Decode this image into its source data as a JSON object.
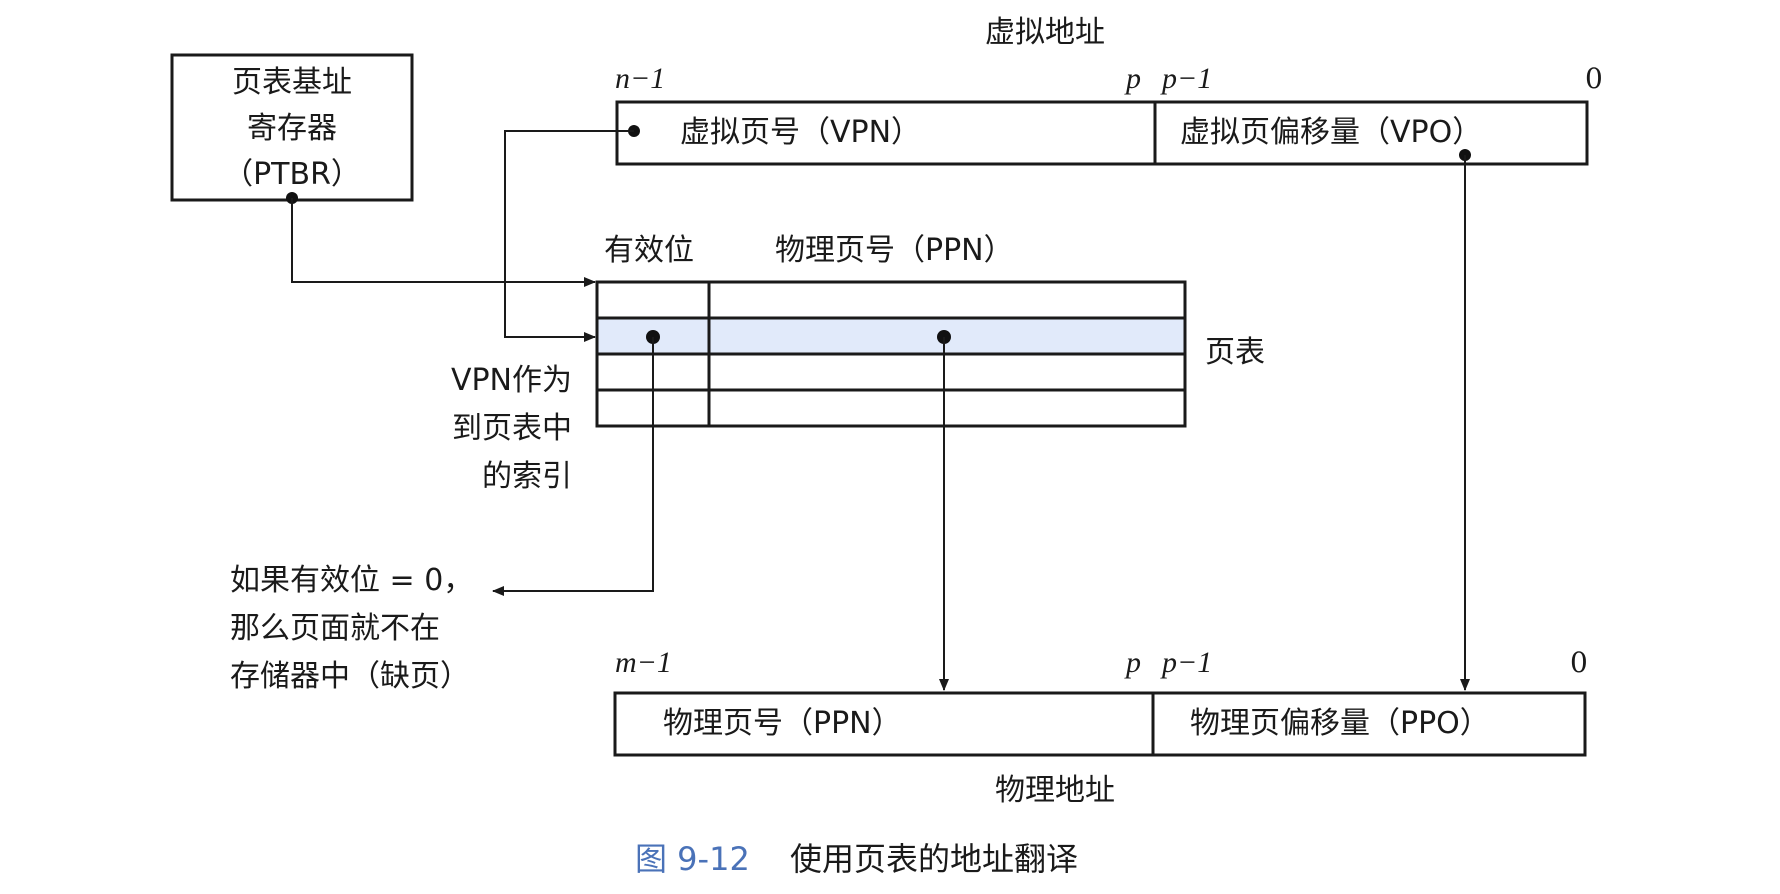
{
  "title_virtual": "虚拟地址",
  "title_physical": "物理地址",
  "ptbr": {
    "line1": "页表基址",
    "line2": "寄存器",
    "line3": "（PTBR）"
  },
  "virtual_address": {
    "high_bit_label": "n−1",
    "p_label": "p",
    "p_minus_label": "p−1",
    "zero_label": "0",
    "vpn_label": "虚拟页号（VPN）",
    "vpo_label": "虚拟页偏移量（VPO）"
  },
  "page_table": {
    "valid_header": "有效位",
    "ppn_header": "物理页号（PPN）",
    "side_label": "页表",
    "index_note": [
      "VPN作为",
      "到页表中",
      "的索引"
    ]
  },
  "page_fault_note": [
    "如果有效位 = 0，",
    "那么页面就不在",
    "存储器中（缺页）"
  ],
  "physical_address": {
    "high_bit_label": "m−1",
    "p_label": "p",
    "p_minus_label": "p−1",
    "zero_label": "0",
    "ppn_label": "物理页号（PPN）",
    "ppo_label": "物理页偏移量（PPO）"
  },
  "caption": {
    "figure_number": "图 9-12",
    "text": "使用页表的地址翻译"
  },
  "colors": {
    "caption_number": "#4a72b8",
    "row_highlight": "#c9d9f5",
    "ink": "#1a1a1a"
  }
}
